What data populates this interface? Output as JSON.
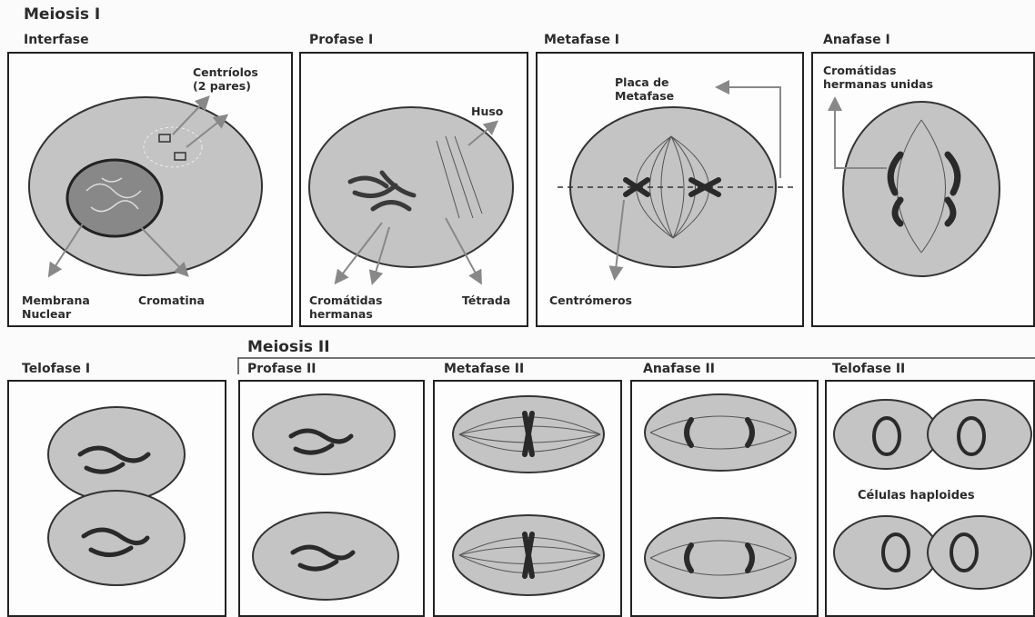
{
  "sections": {
    "meiosis1": "Meiosis I",
    "meiosis2": "Meiosis II"
  },
  "stages": {
    "interfase": "Interfase",
    "profase1": "Profase I",
    "metafase1": "Metafase I",
    "anafase1": "Anafase I",
    "telofase1": "Telofase  I",
    "profase2": "Profase II",
    "metafase2": "Metafase II",
    "anafase2": "Anafase II",
    "telofase2": "Telofase II"
  },
  "labels": {
    "centriolos_l1": "Centríolos",
    "centriolos_l2": "(2 pares)",
    "membrana_l1": "Membrana",
    "membrana_l2": "Nuclear",
    "cromatina": "Cromatina",
    "huso": "Huso",
    "cromatidas_l1": "Cromátidas",
    "cromatidas_l2": "hermanas",
    "tetrada": "Tétrada",
    "placa_l1": "Placa de",
    "placa_l2": "Metafase",
    "centromeros": "Centrómeros",
    "unidas_l1": "Cromátidas",
    "unidas_l2": "hermanas unidas",
    "haploides": "Células haploides"
  },
  "colors": {
    "cell": "#c4c4c4",
    "outline": "#333333",
    "chromosome": "#3a3a3a",
    "arrow": "#888888"
  }
}
